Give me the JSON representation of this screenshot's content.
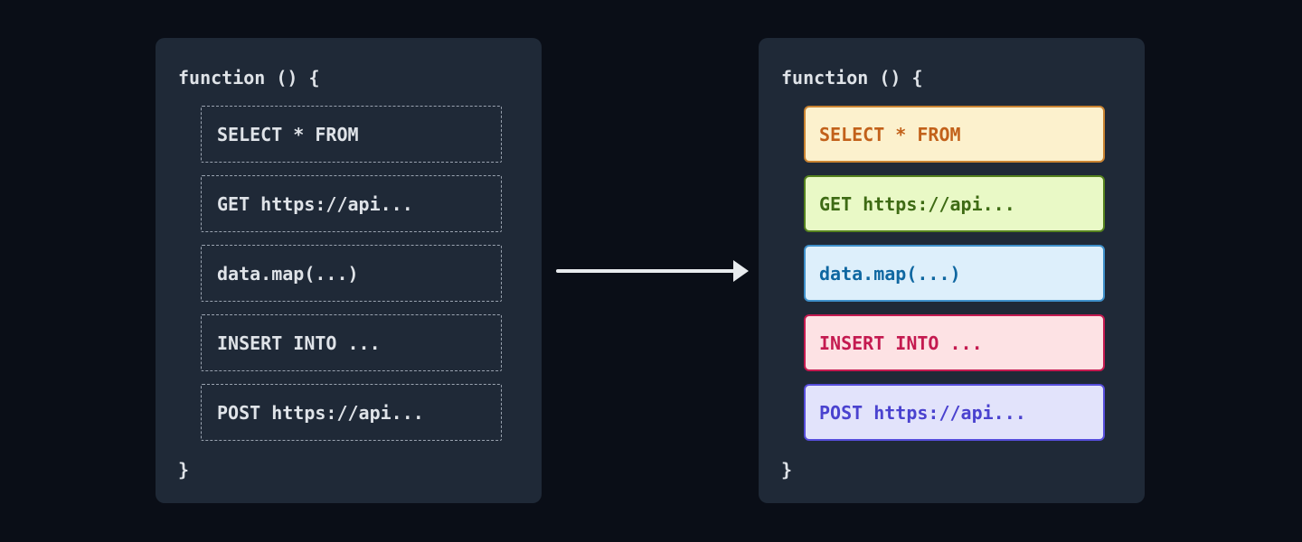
{
  "diagram": {
    "colors": {
      "page_bg": "#0a0e17",
      "panel_bg": "#1f2937",
      "panel_text": "#dfe3e8",
      "dashed_border": "#9aa3b0",
      "arrow": "#e8ebee"
    },
    "left_panel": {
      "title": "function () {",
      "closing_brace": "}",
      "items": [
        {
          "label": "SELECT * FROM"
        },
        {
          "label": "GET https://api..."
        },
        {
          "label": "data.map(...)"
        },
        {
          "label": "INSERT INTO ..."
        },
        {
          "label": "POST https://api..."
        }
      ]
    },
    "right_panel": {
      "title": "function () {",
      "closing_brace": "}",
      "items": [
        {
          "label": "SELECT * FROM",
          "bg": "#fcf1cd",
          "border": "#c98331",
          "text_color": "#c2611a"
        },
        {
          "label": "GET https://api...",
          "bg": "#e9f9c6",
          "border": "#55821e",
          "text_color": "#3e6b14"
        },
        {
          "label": "data.map(...)",
          "bg": "#ddeffb",
          "border": "#3e8fc9",
          "text_color": "#0f67a1"
        },
        {
          "label": "INSERT INTO ...",
          "bg": "#fde2e4",
          "border": "#c41a50",
          "text_color": "#c41a50"
        },
        {
          "label": "POST https://api...",
          "bg": "#e2e3fb",
          "border": "#564ddb",
          "text_color": "#4a42cf"
        }
      ]
    }
  }
}
